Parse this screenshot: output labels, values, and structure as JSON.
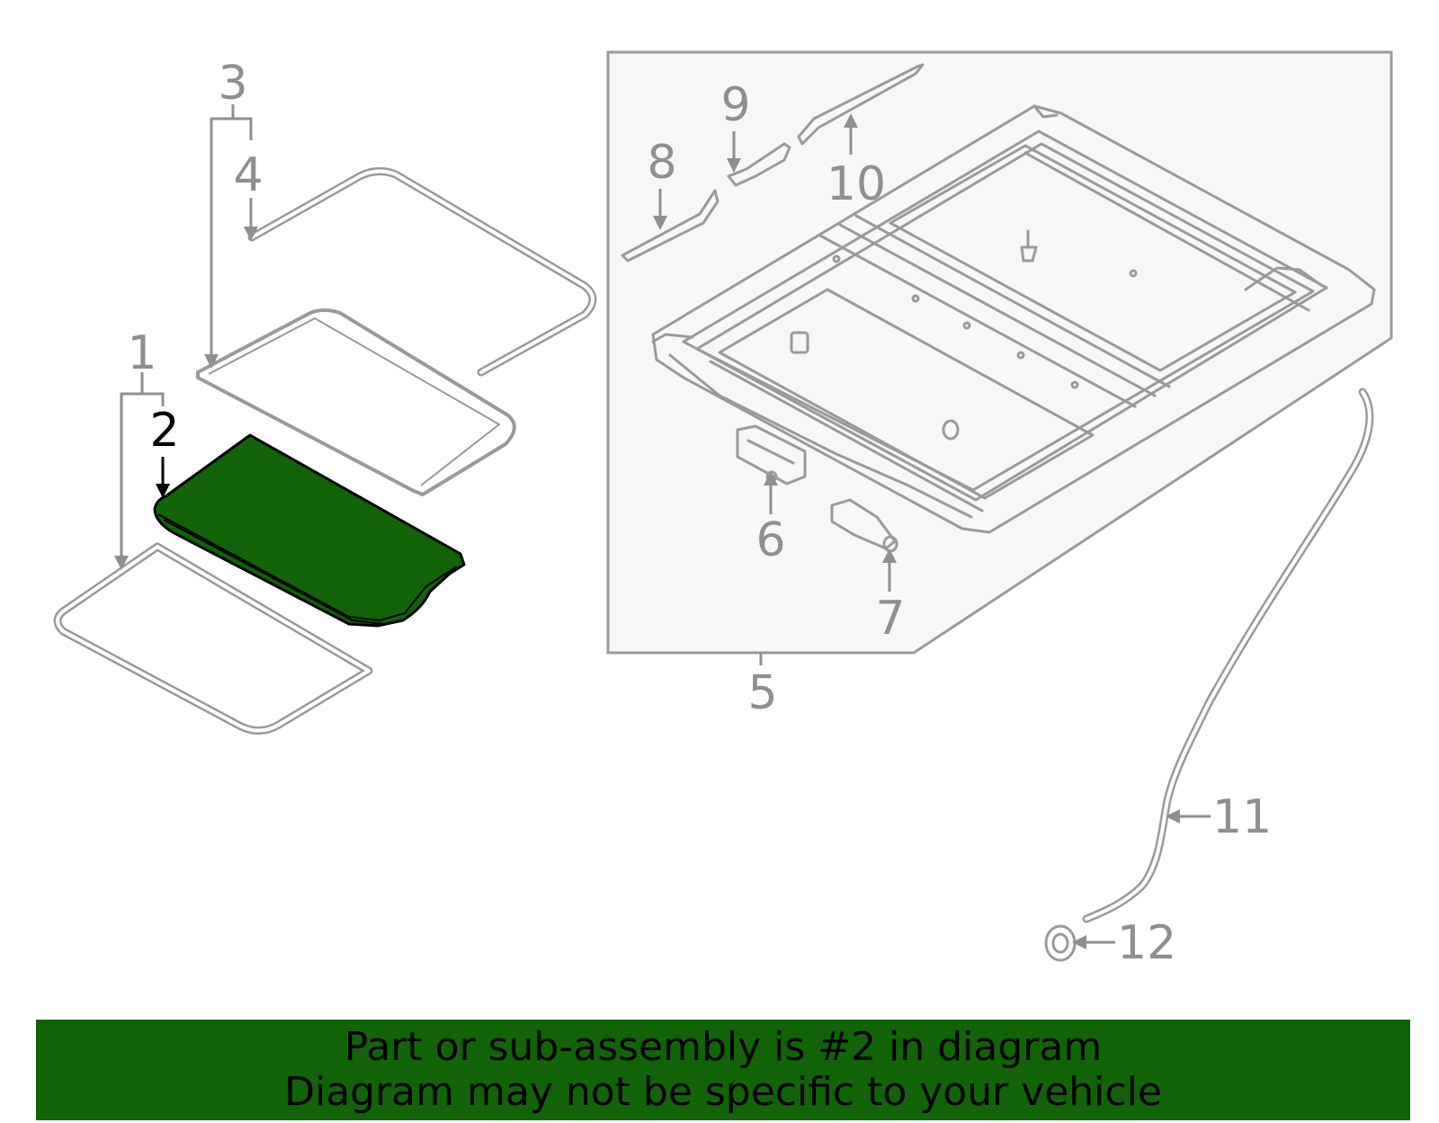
{
  "colors": {
    "highlight": "#126208",
    "callout_gray": "#8f8f8f",
    "callout_selected": "#000000",
    "part_line": "#9a9a9a",
    "assembly_box_fill": "#f7f7f7"
  },
  "callouts": {
    "c1": "1",
    "c2": "2",
    "c3": "3",
    "c4": "4",
    "c5": "5",
    "c6": "6",
    "c7": "7",
    "c8": "8",
    "c9": "9",
    "c10": "10",
    "c11": "11",
    "c12": "12"
  },
  "highlighted_part": "2",
  "banner": {
    "line1": "Part or sub-assembly is #2 in diagram",
    "line2": "Diagram may not be specific to your vehicle"
  }
}
